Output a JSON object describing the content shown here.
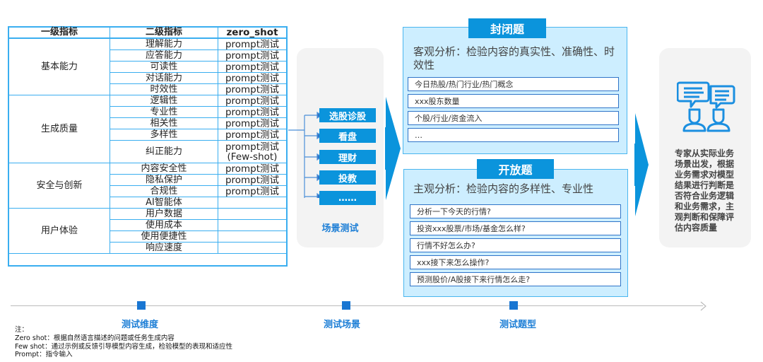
{
  "table": {
    "headers": [
      "一级指标",
      "二级指标",
      "zero_shot"
    ],
    "groups": [
      {
        "name": "基本能力",
        "rows": [
          [
            "理解能力",
            "prompt测试"
          ],
          [
            "应答能力",
            "prompt测试"
          ],
          [
            "可读性",
            "prompt测试"
          ],
          [
            "对话能力",
            "prompt测试"
          ],
          [
            "时效性",
            "prompt测试"
          ]
        ]
      },
      {
        "name": "生成质量",
        "rows": [
          [
            "逻辑性",
            "prompt测试"
          ],
          [
            "专业性",
            "prompt测试"
          ],
          [
            "相关性",
            "prompt测试"
          ],
          [
            "多样性",
            "prompt测试"
          ],
          [
            "纠正能力",
            "prompt测试\n(Few-shot)"
          ]
        ]
      },
      {
        "name": "安全与创新",
        "rows": [
          [
            "内容安全性",
            "prompt测试"
          ],
          [
            "隐私保护",
            "prompt测试"
          ],
          [
            "合规性",
            "prompt测试"
          ],
          [
            "AI智能体",
            ""
          ]
        ]
      },
      {
        "name": "用户体验",
        "rows": [
          [
            "用户数据",
            ""
          ],
          [
            "使用成本",
            ""
          ],
          [
            "使用便捷性",
            ""
          ],
          [
            "响应速度",
            ""
          ]
        ]
      }
    ]
  },
  "scenes": {
    "items": [
      "选股诊股",
      "看盘",
      "理财",
      "投教",
      "……"
    ],
    "label": "场景测试"
  },
  "closed": {
    "tab": "封闭题",
    "subtitle": "客观分析：检验内容的真实性、准确性、时效性",
    "items": [
      "今日热股/热门行业/热门概念",
      "xxx股东数量",
      "个股/行业/资金流入",
      "…"
    ]
  },
  "open": {
    "tab": "开放题",
    "subtitle": "主观分析：检验内容的多样性、专业性",
    "items": [
      "分析一下今天的行情?",
      "投资xxx股票/市场/基金怎么样?",
      "行情不好怎么办?",
      "xxx接下来怎么操作?",
      "预测股价/A股接下来行情怎么走?"
    ]
  },
  "expert": {
    "icon": "expert-discussion-icon",
    "text": "专家从实际业务场景出发，根据业务需求对模型结果进行判断是否符合业务逻辑和业务需求，主观判断和保障评估内容质量"
  },
  "timeline": {
    "labels": [
      "测试维度",
      "测试场景",
      "测试题型"
    ]
  },
  "notes": [
    "注：",
    "Zero shot：根据自然语言描述的问题或任务生成内容",
    "Few shot：通过示例或反馈引导模型内容生成，检验模型的表现和适应性",
    "Prompt：指令输入"
  ],
  "colors": {
    "accent": "#0b94dc",
    "panel": "#cdeeff",
    "border": "#3aaef0"
  }
}
